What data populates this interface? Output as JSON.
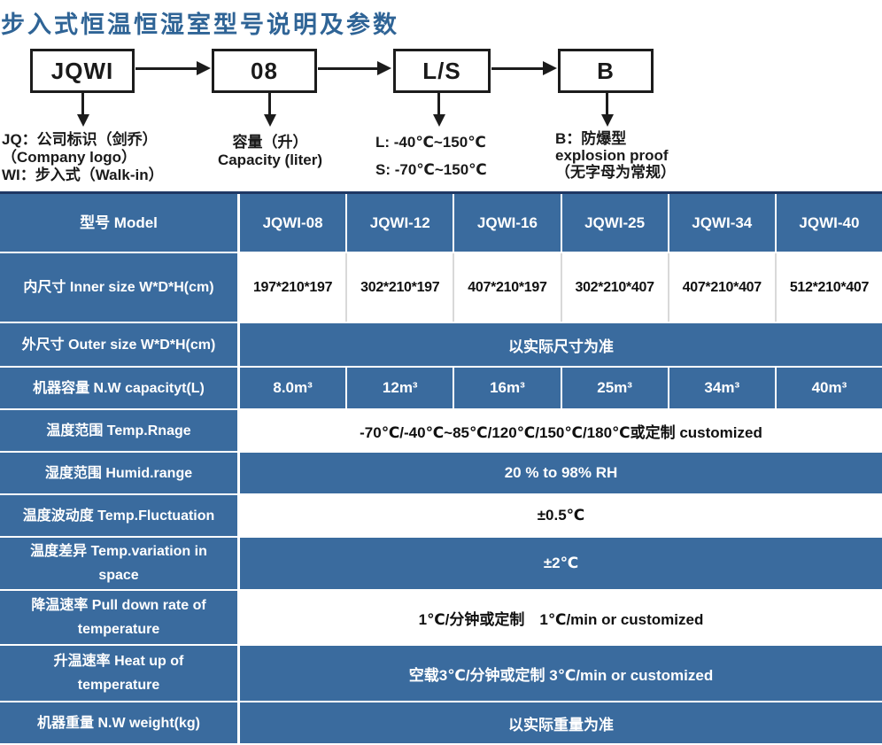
{
  "title": "步入式恒温恒湿室型号说明及参数",
  "diagram": {
    "boxes": [
      {
        "label": "JQWI"
      },
      {
        "label": "08"
      },
      {
        "label": "L/S"
      },
      {
        "label": "B"
      }
    ],
    "notes": [
      {
        "lines": [
          "JQ：公司标识（剑乔）",
          "（Company logo）",
          "WI：步入式（Walk-in）"
        ]
      },
      {
        "lines": [
          "容量（升）",
          "Capacity (liter)"
        ]
      },
      {
        "lines": [
          "L: -40℃~150℃",
          "S: -70℃~150℃"
        ]
      },
      {
        "lines": [
          "B：防爆型",
          "explosion proof",
          "（无字母为常规）"
        ]
      }
    ]
  },
  "table": {
    "header": {
      "label": "型号 Model",
      "models": [
        "JQWI-08",
        "JQWI-12",
        "JQWI-16",
        "JQWI-25",
        "JQWI-34",
        "JQWI-40"
      ]
    },
    "rows": [
      {
        "label_lines": [
          "内尺寸 Inner size W*D*H(cm)"
        ],
        "type": "cells",
        "bg": "white",
        "values": [
          "197*210*197",
          "302*210*197",
          "407*210*197",
          "302*210*407",
          "407*210*407",
          "512*210*407"
        ]
      },
      {
        "label_lines": [
          "外尺寸 Outer size W*D*H(cm)"
        ],
        "type": "span",
        "bg": "blue",
        "value": "以实际尺寸为准"
      },
      {
        "label_lines": [
          "机器容量 N.W capacityt(L)"
        ],
        "type": "cells",
        "bg": "blue",
        "values": [
          "8.0m³",
          "12m³",
          "16m³",
          "25m³",
          "34m³",
          "40m³"
        ]
      },
      {
        "label_lines": [
          "温度范围 Temp.Rnage"
        ],
        "type": "span",
        "bg": "white",
        "value": "-70℃/-40℃~85℃/120℃/150℃/180℃或定制 customized"
      },
      {
        "label_lines": [
          "湿度范围 Humid.range"
        ],
        "type": "span",
        "bg": "blue",
        "value": "20 % to 98% RH"
      },
      {
        "label_lines": [
          "温度波动度 Temp.Fluctuation"
        ],
        "type": "span",
        "bg": "white",
        "value": "±0.5℃"
      },
      {
        "label_lines": [
          "温度差异 Temp.variation in",
          "space"
        ],
        "type": "span",
        "bg": "blue",
        "value": "±2℃"
      },
      {
        "label_lines": [
          "降温速率 Pull down rate of",
          "temperature"
        ],
        "type": "span",
        "bg": "white",
        "value": "1℃/分钟或定制　1℃/min or customized"
      },
      {
        "label_lines": [
          "升温速率 Heat up of",
          "temperature"
        ],
        "type": "span",
        "bg": "blue",
        "value": "空载3℃/分钟或定制 3℃/min or customized"
      },
      {
        "label_lines": [
          "机器重量 N.W weight(kg)"
        ],
        "type": "span",
        "bg": "blue",
        "value": "以实际重量为准"
      }
    ]
  },
  "colors": {
    "title_blue": "#2f6496",
    "cell_blue": "#3a6b9e",
    "table_top_border": "#1f3864",
    "white_cell_divider": "#d9d9d9",
    "diagram_ink": "#1c1c1c"
  }
}
